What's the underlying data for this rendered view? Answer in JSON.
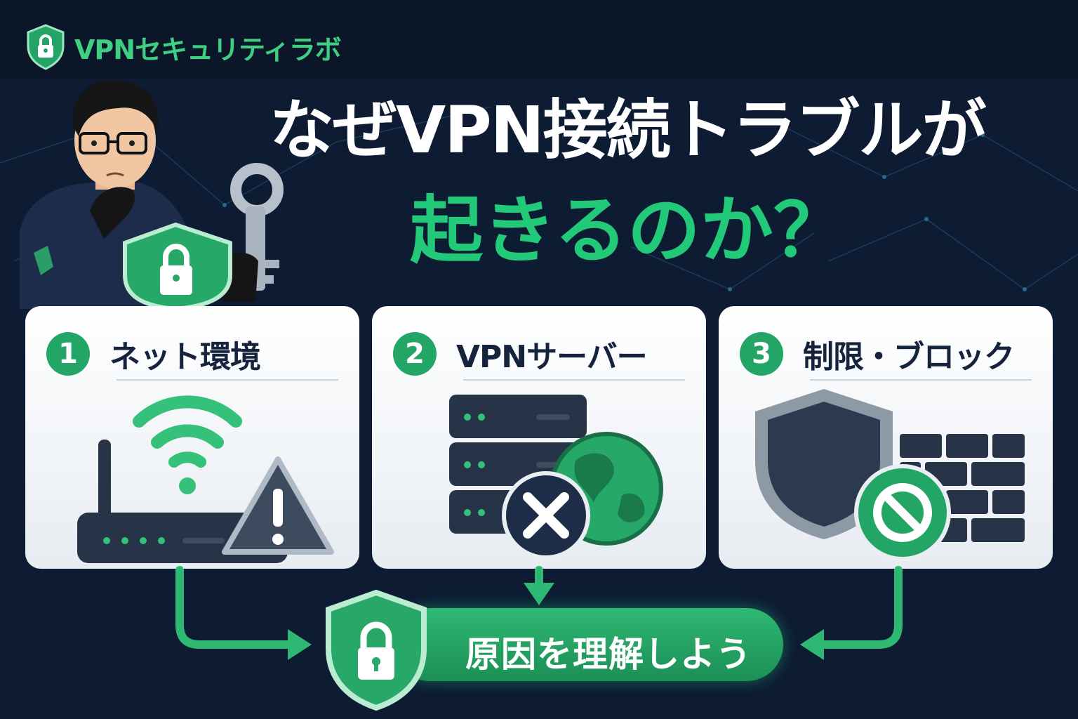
{
  "brand": {
    "name": "VPNセキュリティラボ",
    "icon": "shield-lock-icon"
  },
  "headline": {
    "line1": "なぜVPN接続トラブルが",
    "line2": "起きるのか？"
  },
  "cards": [
    {
      "number": "1",
      "label": "ネット環境",
      "icons": [
        "wifi-icon",
        "router-icon",
        "warning-icon"
      ]
    },
    {
      "number": "2",
      "label": "VPNサーバー",
      "icons": [
        "server-icon",
        "globe-icon",
        "x-circle-icon"
      ]
    },
    {
      "number": "3",
      "label": "制限・ブロック",
      "icons": [
        "shield-icon",
        "firewall-icon",
        "blocked-icon"
      ]
    }
  ],
  "result": {
    "label": "原因を理解しよう",
    "icon": "shield-lock-icon"
  },
  "colors": {
    "background": "#0d1b33",
    "accent_green": "#22c978",
    "card": "#ffffff",
    "dark_text": "#16233d"
  }
}
